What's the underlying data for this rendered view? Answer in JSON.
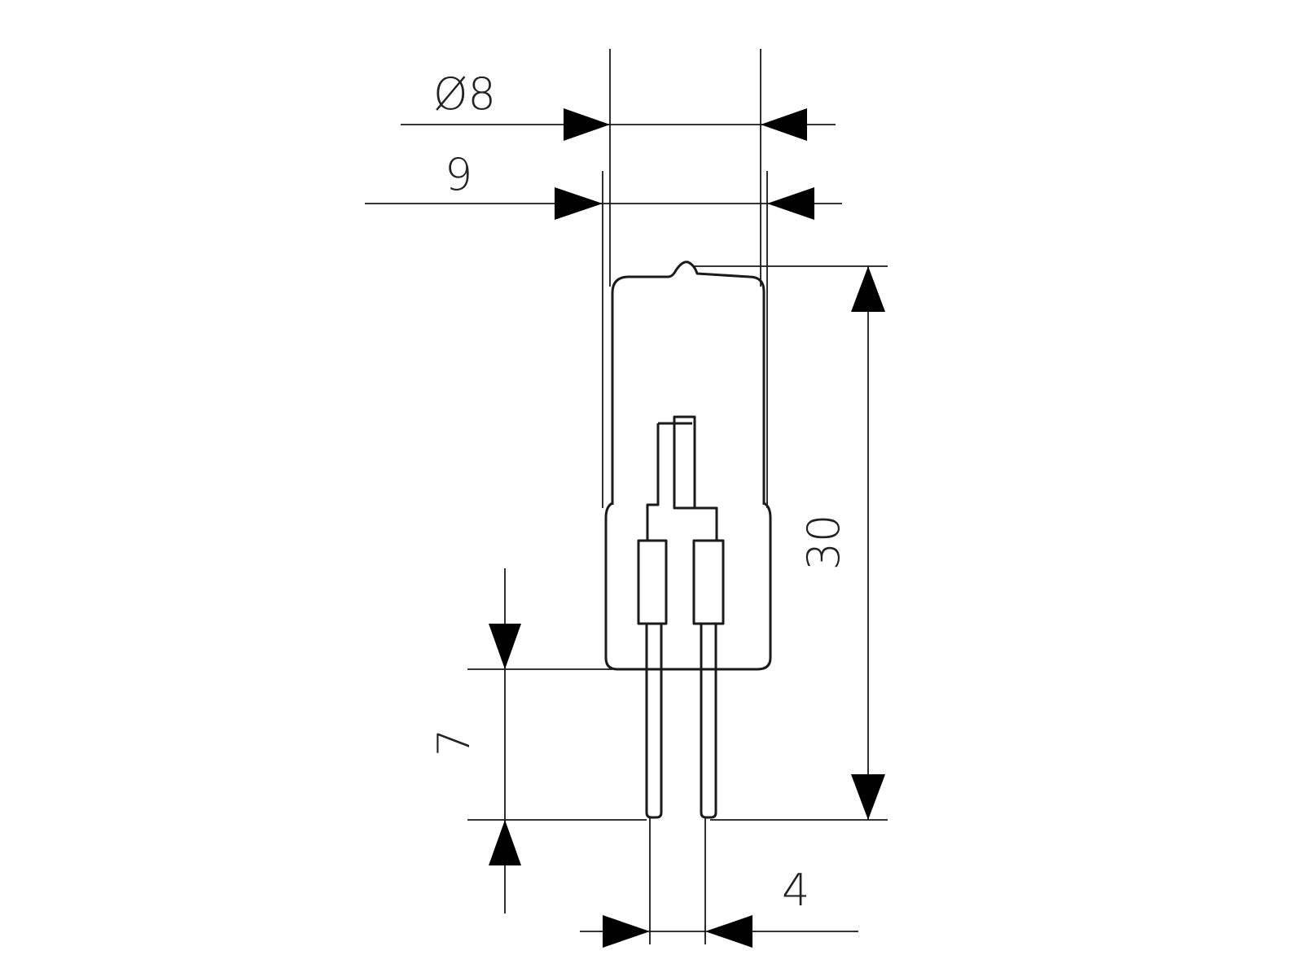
{
  "dimensions": {
    "outer_diameter": "Ø8",
    "max_width": "9",
    "overall_length": "30",
    "pin_length": "7",
    "pin_spacing": "4"
  },
  "colors": {
    "line": "#1a1a1a",
    "arrow": "#000000",
    "text": "#222222",
    "background": "#ffffff"
  }
}
